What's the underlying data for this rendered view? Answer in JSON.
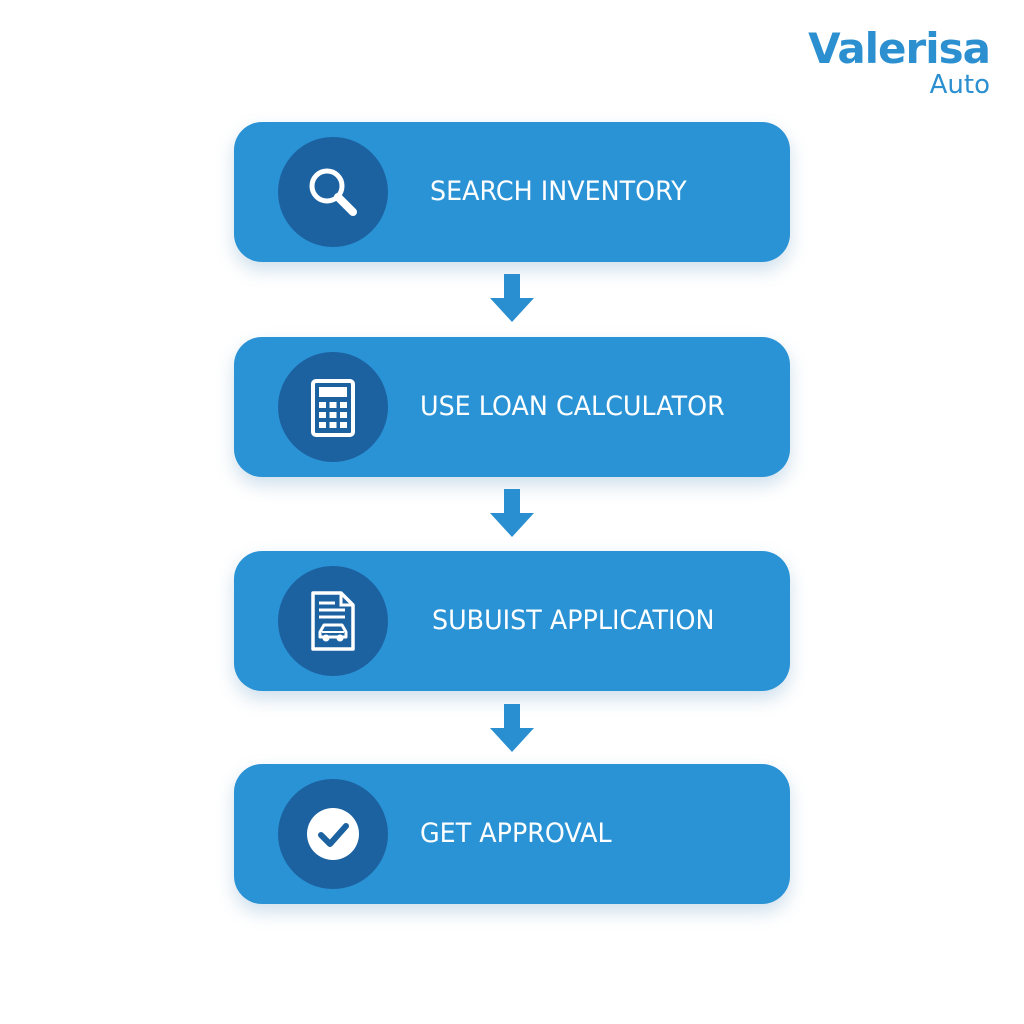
{
  "brand": {
    "name": "Valerisa",
    "sub": "Auto",
    "color": "#2b8fd0"
  },
  "colors": {
    "box": "#2a93d5",
    "icon_circle": "#1c62a1",
    "arrow": "#2a8fd0",
    "text": "#ffffff"
  },
  "steps": [
    {
      "label": "SEARCH INVENTORY",
      "icon": "search-icon"
    },
    {
      "label": "USE LOAN CALCULATOR",
      "icon": "calculator-icon"
    },
    {
      "label": "SUBUIST APPLICATION",
      "icon": "car-application-document-icon"
    },
    {
      "label": "GET APPROVAL",
      "icon": "checkmark-icon"
    }
  ]
}
